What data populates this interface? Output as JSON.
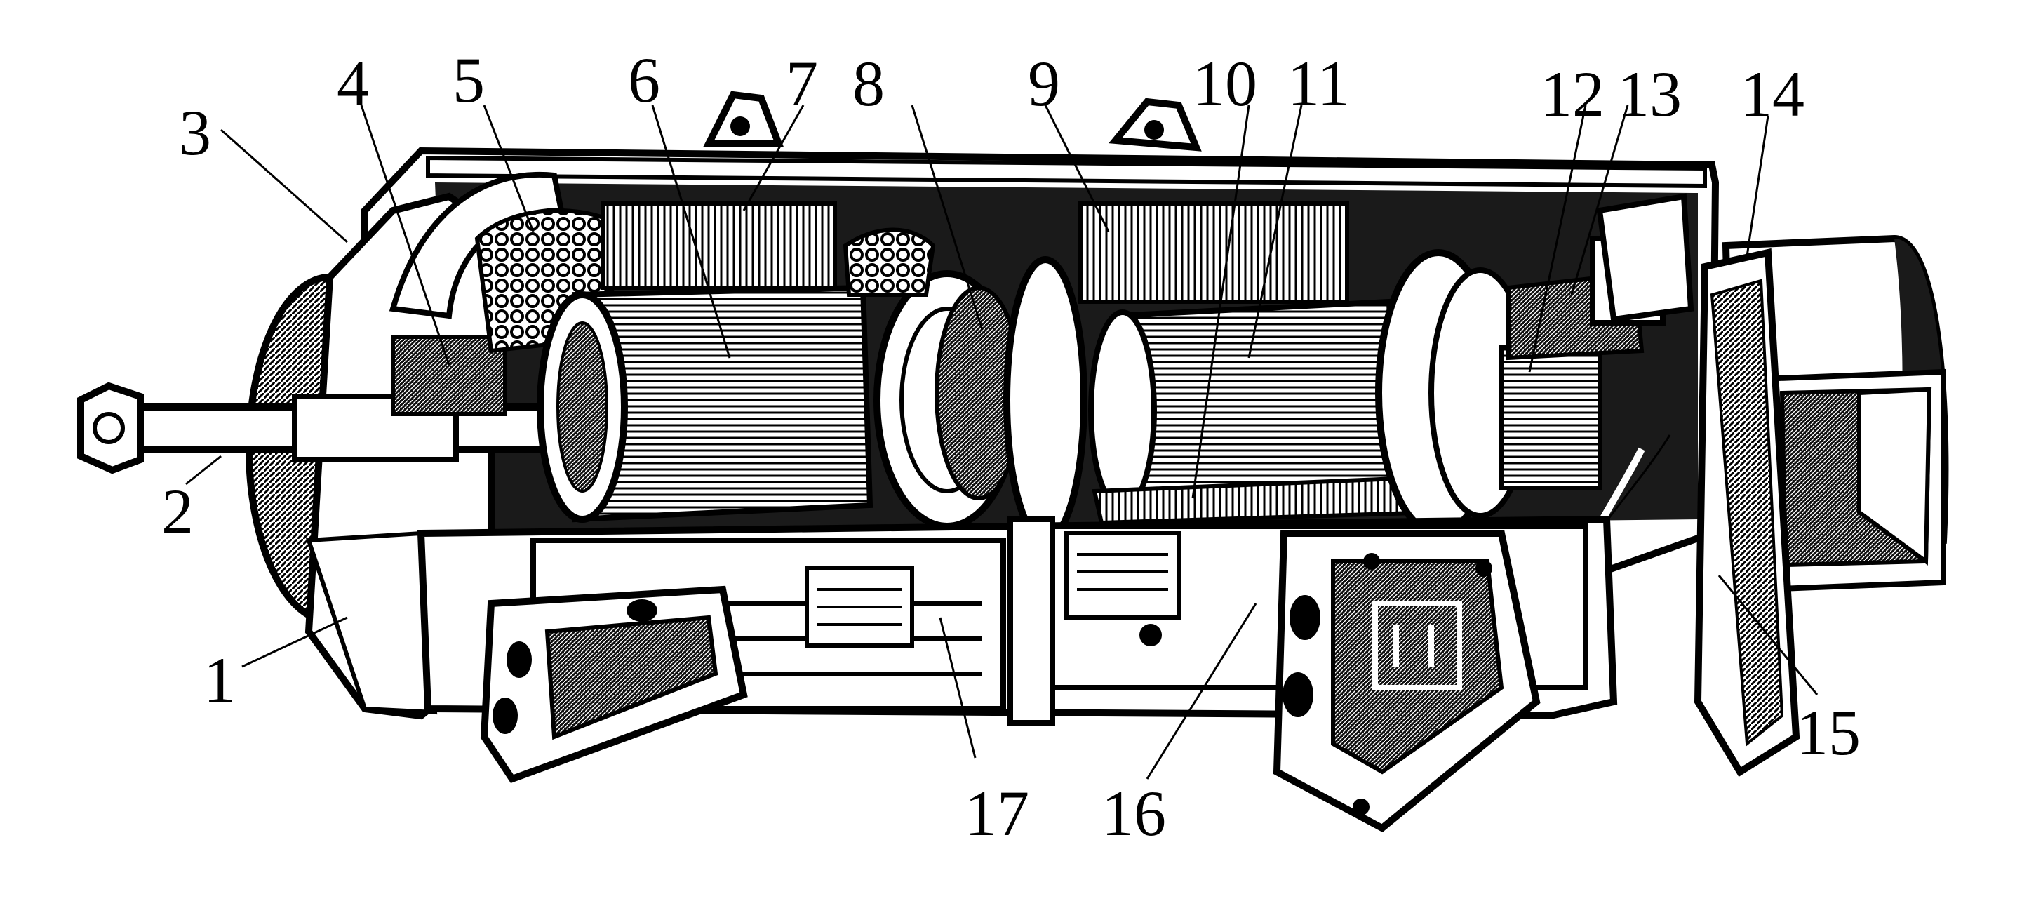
{
  "figure": {
    "description_free": true,
    "callouts": [
      {
        "id": "1",
        "label": "1"
      },
      {
        "id": "2",
        "label": "2"
      },
      {
        "id": "3",
        "label": "3"
      },
      {
        "id": "4",
        "label": "4"
      },
      {
        "id": "5",
        "label": "5"
      },
      {
        "id": "6",
        "label": "6"
      },
      {
        "id": "7",
        "label": "7"
      },
      {
        "id": "8",
        "label": "8"
      },
      {
        "id": "9",
        "label": "9"
      },
      {
        "id": "10",
        "label": "10"
      },
      {
        "id": "11",
        "label": "11"
      },
      {
        "id": "12",
        "label": "12"
      },
      {
        "id": "13",
        "label": "13"
      },
      {
        "id": "14",
        "label": "14"
      },
      {
        "id": "15",
        "label": "15"
      },
      {
        "id": "16",
        "label": "16"
      },
      {
        "id": "17",
        "label": "17"
      }
    ]
  }
}
